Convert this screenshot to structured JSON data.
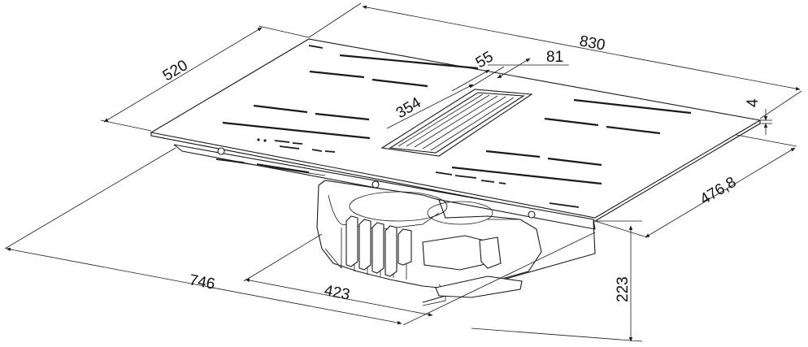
{
  "dimensions": {
    "width_total": "830",
    "depth_total": "520",
    "extractor_width": "55",
    "extractor_offset": "81",
    "extractor_position": "354",
    "glass_thickness": "4",
    "cutout_depth": "476,8",
    "cutout_width": "746",
    "unit_width": "423",
    "unit_height": "223"
  }
}
